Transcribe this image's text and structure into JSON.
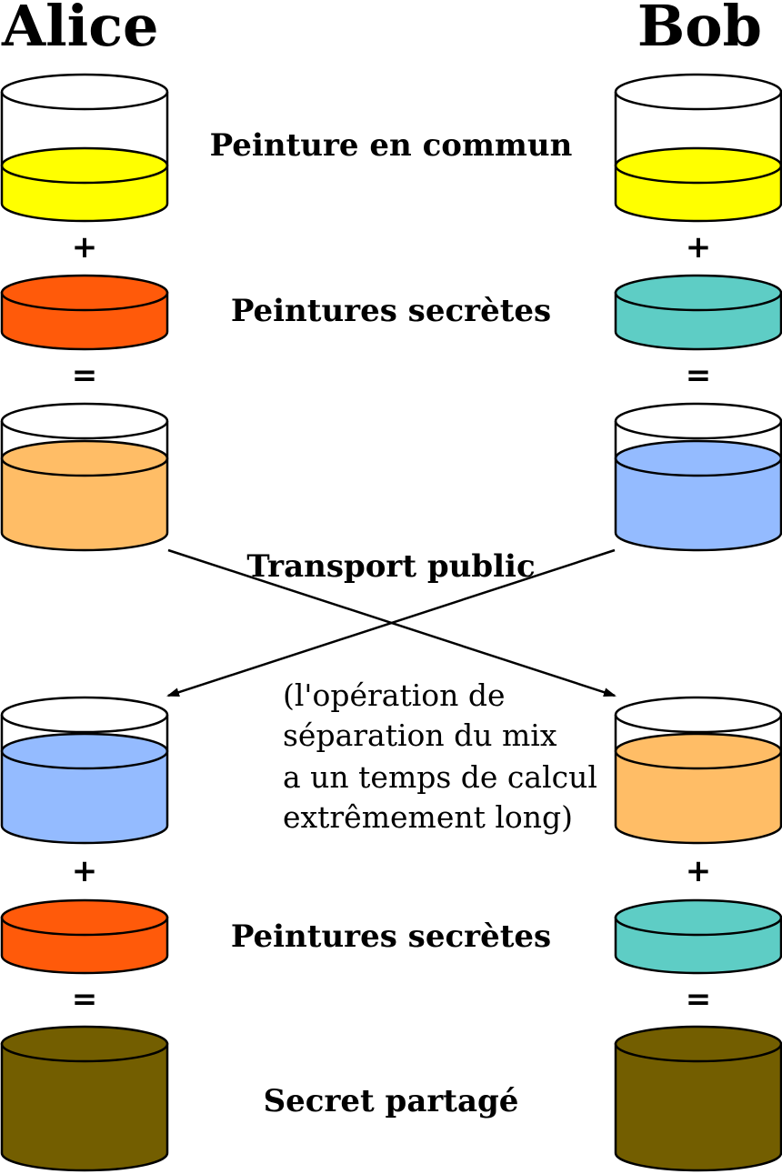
{
  "header": {
    "left": "Alice",
    "right": "Bob"
  },
  "labels": {
    "common": "Peinture en commun",
    "secret_top": "Peintures secrètes",
    "transport": "Transport public",
    "secret_bottom": "Peintures secrètes",
    "shared": "Secret partagé"
  },
  "note": [
    "(l'opération de",
    "séparation du mix",
    "a un temps de calcul",
    "extrêmement long)"
  ],
  "operators": {
    "plus": "+",
    "equals": "="
  },
  "colors": {
    "common_yellow": "#ffff00",
    "alice_secret": "#ff5a0a",
    "bob_secret": "#5ecdc5",
    "alice_mix": "#ffbd66",
    "bob_mix": "#94bbff",
    "shared": "#735e00",
    "outline": "#000000"
  }
}
